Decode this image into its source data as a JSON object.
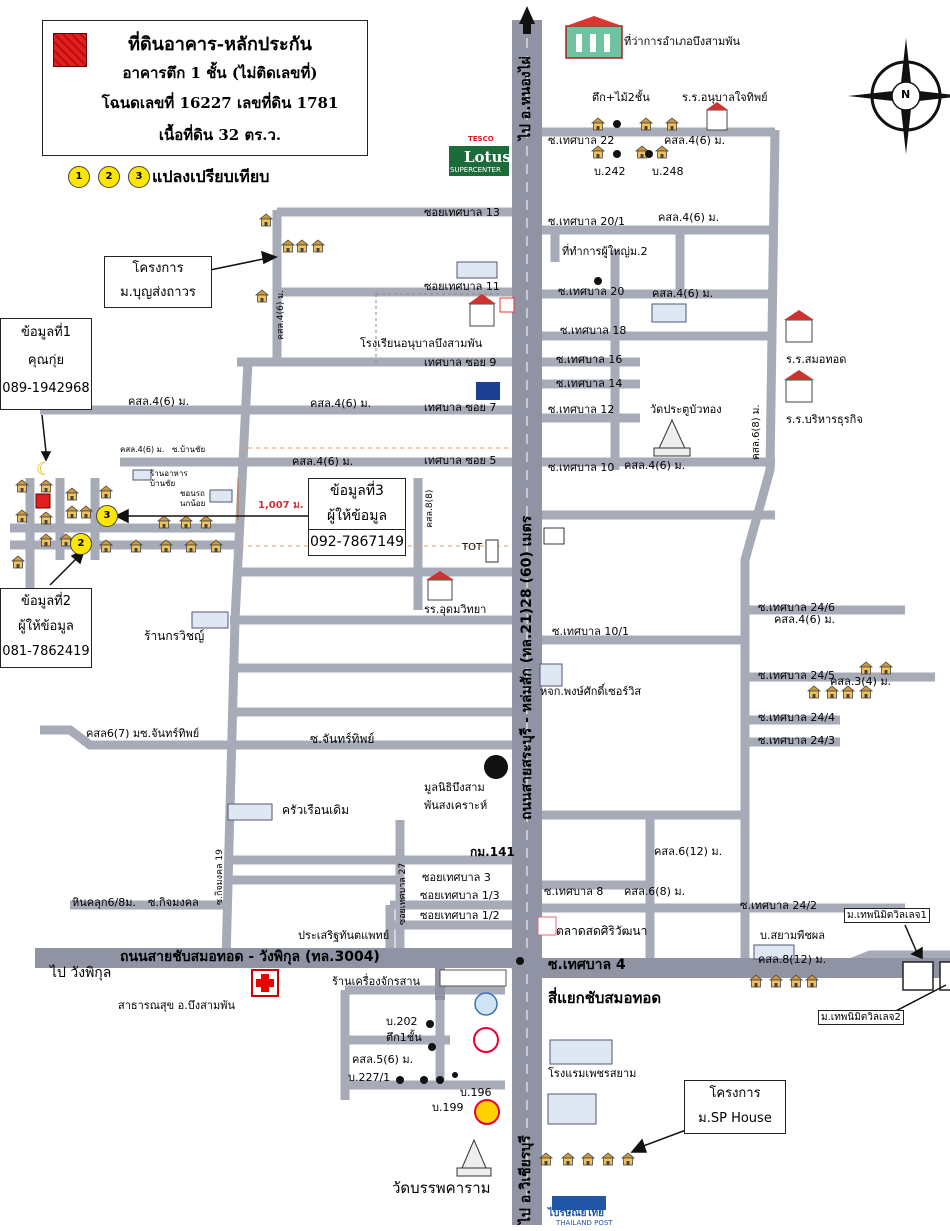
{
  "legend": {
    "title": "ที่ดินอาคาร-หลักประกัน",
    "line2": "อาคารตึก 1 ชั้น  (ไม่ติดเลขที่)",
    "line3": "โฉนดเลขที่ 16227 เลขที่ดิน 1781",
    "line4": "เนื้อที่ดิน 32 ตร.ว.",
    "compare_label": "แปลงเปรียบเทียบ",
    "dots": [
      "1",
      "2",
      "3"
    ]
  },
  "colors": {
    "road": "#a7abb8",
    "main_road": "#8f93a4",
    "subject": "#e31e1e",
    "comp": "#ffe600",
    "house": "#e8b24a"
  },
  "compass": "N",
  "callouts": {
    "info1": {
      "lines": [
        "ข้อมูลที่1",
        "คุณกุ่ย",
        "089-1942968"
      ]
    },
    "info2": {
      "lines": [
        "ข้อมูลที่2",
        "ผู้ให้ข้อมูล",
        "081-7862419"
      ]
    },
    "info3": {
      "lines": [
        "ข้อมูลที่3",
        "ผู้ให้ข้อมูล",
        "092-7867149"
      ]
    },
    "project_boon": {
      "lines": [
        "โครงการ",
        "ม.บุญส่งถาวร"
      ]
    },
    "project_sp": {
      "lines": [
        "โครงการ",
        "ม.SP House"
      ]
    }
  },
  "main_road": {
    "north": "ไป อ.หนองไผ่",
    "vertical": "ถนนสายสระบุรี - หล่มสัก (ทล.21)28 (60) เมตร",
    "south": "ไป อ.วิเชียรบุรี",
    "km": "กม.141"
  },
  "cross_road": {
    "name": "ถนนสายชับสมอทอด - วังพิกุล (ทล.3004)",
    "west": "ไป วังพิกุล",
    "junction": "สี่แยกชับสมอทอด"
  },
  "west_labels": {
    "s13": "ซอยเทศบาล 13",
    "s11": "ซอยเทศบาล 11",
    "s9": "เทศบาล ซอย 9",
    "s7": "เทศบาล ซอย 7",
    "s5": "เทศบาล ซอย 5",
    "kl46a": "คสล.4(6) ม.",
    "kl46b": "คสล.4(6) ม.",
    "kl46c": "คสล.4(6) ม.",
    "kl46small": "คสล.4(6) ม.",
    "ban_chai": "ซ.บ้านชัย",
    "shop_ban_chai": "ร้านอาหาร",
    "shop_ban_chai2": "บ้านชัย",
    "soi_rot": "ชอนรถ",
    "soi_rot2": "นกน้อย",
    "dist": "1,007 ม.",
    "chan": "คสล6(7) มซ.จันทร์ทิพย์",
    "chan2": "ซ.จันทร์ทิพย์",
    "korawit": "ร้านกรวิชญ์",
    "kruea": "ครัวเรือนเดิม",
    "hin": "หินคลุก6/8ม.",
    "kit": "ซ.กิจมงคล",
    "kit_v": "ซ.กิจมงคล 19",
    "s3": "ซอยเทศบาล 3",
    "s13b": "ซอยเทศบาล 1/3",
    "s12b": "ซอยเทศบาล 1/2",
    "s27": "ซอยเทศบาล 27",
    "kl8v": "คสล.8(8)",
    "kl46v": "คสล.4(6) ม.",
    "dentist": "ประเสริฐทันตแพทย์",
    "tractor": "ร้านเครื่องจักรสาน",
    "health": "สาธารณสุข อ.บึงสามพัน",
    "b202": "บ.202",
    "tuek": "ตึก1ชั้น",
    "kl56": "คสล.5(6) ม.",
    "b2271": "บ.227/1",
    "b196": "บ.196",
    "b199": "บ.199",
    "wat_bun": "วัดบรรพคาราม",
    "school_anuban": "โรงเรียนอนุบาลบึงสามพัน",
    "school_udom": "รร.อุดมวิทยา",
    "mulanithi": "มูลนิธิบึงสาม",
    "mulanithi2": "พันสงเคราะห์",
    "tot": "TOT",
    "lotus_top": "TESCO",
    "lotus": "Lotus",
    "lotus_sub": "SUPERCENTER"
  },
  "east_labels": {
    "amphoe": "ที่ว่าการอำเภอบึงสามพัน",
    "tuek2": "ตึก+ไม้2ชั้น",
    "anuban_school": "ร.ร.อนุบาลใจทิพย์",
    "t22": "ซ.เทศบาล 22",
    "kl46_22": "คสล.4(6) ม.",
    "b242": "บ.242",
    "b248": "บ.248",
    "t201": "ซ.เทศบาล 20/1",
    "kl46_201": "คสล.4(6) ม.",
    "headman": "ที่ทำการผู้ใหญ่ม.2",
    "t20": "ซ.เทศบาล 20",
    "kl46_20": "คสล.4(6) ม.",
    "t18": "ซ.เทศบาล 18",
    "t16": "ซ.เทศบาล 16",
    "t14": "ซ.เทศบาล 14",
    "t12": "ซ.เทศบาล 12",
    "wat_pratu": "วัดประตูบัวทอง",
    "t10": "ซ.เทศบาล 10",
    "kl46_10": "คสล.4(6) ม.",
    "smo": "ร.ร.สมอทอด",
    "bori": "ร.ร.บริหารธุรกิจ",
    "kl68v": "คสล.6(8) ม.",
    "t101": "ซ.เทศบาล 10/1",
    "t246": "ซ.เทศบาล 24/6",
    "kl46_246": "คสล.4(6) ม.",
    "t245": "ซ.เทศบาล 24/5",
    "kl34": "คสล.3(4) ม.",
    "t244": "ซ.เทศบาล 24/4",
    "t243": "ซ.เทศบาล 24/3",
    "pongsak": "หจก.พงษ์ศักดิ์เซอร์วิส",
    "kl612": "คสล.6(12) ม.",
    "t8": "ซ.เทศบาล 8",
    "kl68": "คสล.6(8) ม.",
    "market": "ตลาดสดศิริวัฒนา",
    "t4": "ซ.เทศบาล 4",
    "t242": "ซ.เทศบาล 24/2",
    "siam": "บ.สยามพืชผล",
    "kl812": "คสล.8(12) ม.",
    "thep1": "ม.เทพนิมิตวิลเลจ1",
    "thep2": "ม.เทพนิมิตวิลเลจ2",
    "hotel": "โรงแรมเพชรสยาม",
    "post": "ไปรษณีย์ไทย",
    "post_sub": "THAILAND POST"
  }
}
